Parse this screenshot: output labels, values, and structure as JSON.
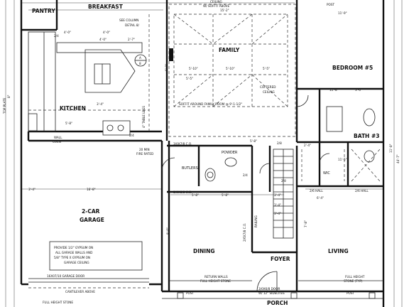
{
  "rooms": {
    "pantry": "PANTRY",
    "breakfast": "BREAKFAST",
    "family": "FAMILY",
    "bedroom5": "BEDROOM #5",
    "kitchen": "KITCHEN",
    "bath3": "BATH #3",
    "butlers": "BUTLERS",
    "powder": "POWDER",
    "garage_line1": "2-CAR",
    "garage_line2": "GARAGE",
    "dining": "DINING",
    "foyer": "FOYER",
    "living": "LIVING",
    "porch": "PORCH",
    "wic": "WIC"
  },
  "notes": {
    "see_column_1": "SEE COLUMN",
    "see_column_2": "DETAIL 8/",
    "coffered_1": "COFFERED",
    "coffered_2": "CEILING",
    "soffit": "SOFFIT AROUND FAMILY ROOM @ 9'-1-1/2\"",
    "table_legs": "4\" TABLE LEGS",
    "wall_oven_1": "WALL",
    "wall_oven_2": "OVEN",
    "fire_rated_1": "20 MIN",
    "fire_rated_2": "FIRE RATED",
    "gypsum_1": "PROVIDE 1/2\" GYPSUM ON",
    "gypsum_2": "ALL GARAGE WALLS AND",
    "gypsum_3": "5/8\" TYPE X GYPSUM ON",
    "gypsum_4": "GARAGE CEILING",
    "garage_door": "16X07/10 GARAGE DOOR",
    "cantilever": "CANTILEVER ABOVE",
    "full_height_stone": "FULL HEIGHT STONE",
    "return_walls_1": "RETURN WALLS",
    "return_walls_2": "FULL HEIGHT STONE",
    "full_height_r_1": "FULL HEIGHT",
    "full_height_r_2": "STONE (TYP)",
    "post": "POST",
    "railing": "RAILING",
    "door_1": "3/0X6/8 DOOR",
    "door_2": "W/ 12\" SIDELITES",
    "top_plate_1": "TOP PLATE",
    "top_plate_2": "8\"",
    "co_1": "3/0X7/8 C.O.",
    "co_2": "2/6X7/8 C.O.",
    "co_3": "3/0X6/8 C.O.",
    "soffit_top": "W/ SOFFIT ABOVE",
    "ceiling_top": "CEILING"
  },
  "dimensions": {
    "d1": "4'-0\"",
    "d2": "4'-0\"",
    "d3": "2/4",
    "d4": "4'-0\"",
    "d5": "2'-7\"",
    "d6": "15'-2\"",
    "d7": "11'-9\"",
    "d8": "5'-10\"",
    "d9": "5'-10\"",
    "d10": "5'-5\"",
    "d11": "5'-5\"",
    "d12": "11'-8\"",
    "d13": "5'-8\"",
    "d14": "16'-8\"",
    "d15": "3'-4\"",
    "d16": "5'-8\"",
    "d17": "6'-4\"",
    "d18": "11'-5\"",
    "d19": "2/6 HALL",
    "d20": "2/6 HALL",
    "d21": "5'-8\"",
    "d22": "3'-4\"",
    "d23": "3'-4\"",
    "d24": "2/4",
    "d25": "2/8",
    "d26": "3'-4\"",
    "d27": "5'-8\"",
    "d28": "8'-0\"",
    "d29": "44'-7\"",
    "d30": "11'-8\"",
    "d31": "2'-4\"",
    "d32": "3'-4\"",
    "d33": "7'-8\"",
    "d34": "3'-0\"",
    "d35": "6'-8\"",
    "d36": "2/8"
  },
  "marks": {
    "detail_a": "A",
    "detail_b": "8",
    "door_2_4": "2/4"
  }
}
